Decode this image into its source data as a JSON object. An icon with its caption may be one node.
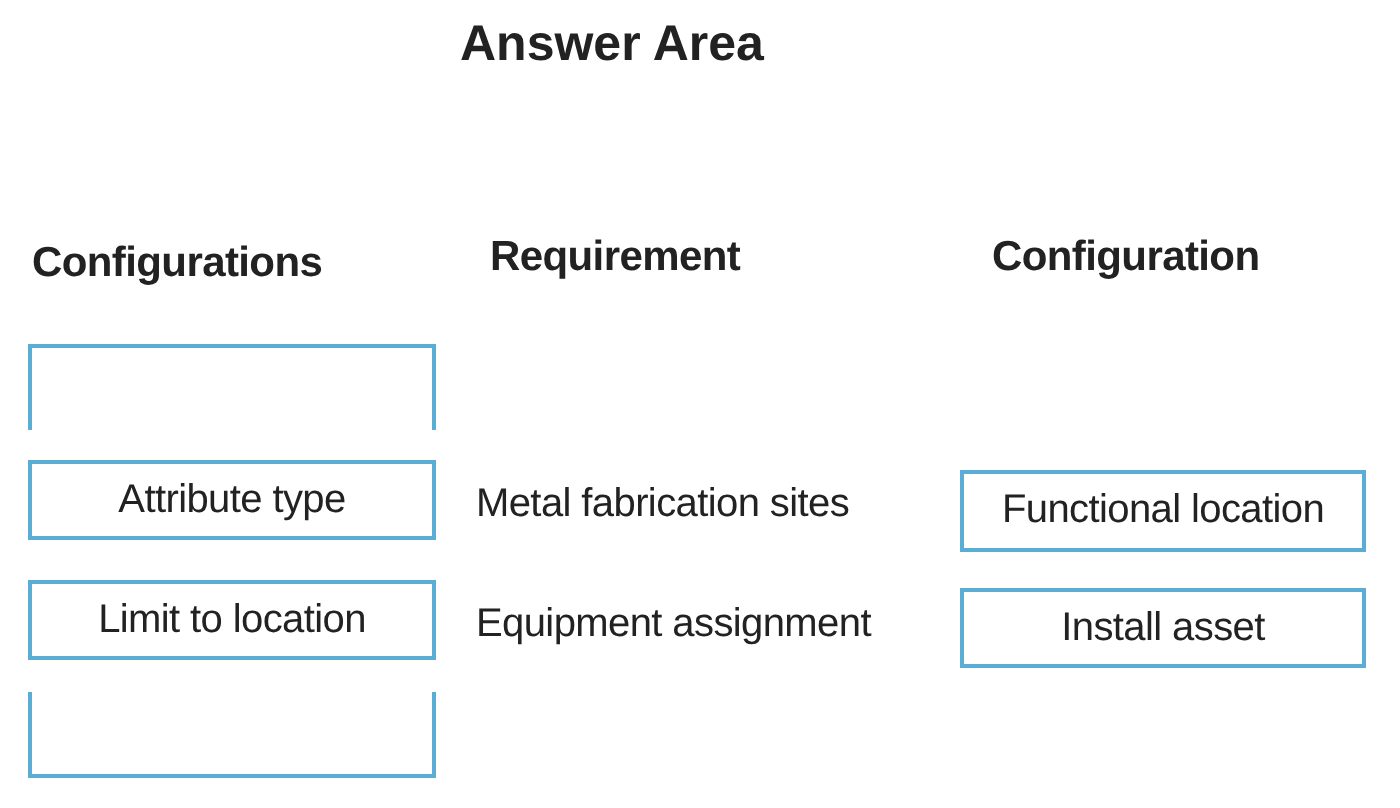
{
  "diagram": {
    "title": "Answer Area",
    "nodes": [
      {
        "text": [],
        "shape": "box"
      },
      {
        "text": [
          "Attribute type"
        ]
      },
      {
        "text": [
          "Functional location"
        ]
      },
      {
        "text": [
          "Limit to location"
        ]
      },
      {
        "text": [
          "Install asset"
        ]
      },
      {
        "text": [],
        "shape": "box"
      }
    ],
    "labels": [
      "Configurations",
      "Requirement",
      "Configuration",
      "Metal fabrication sites",
      "Equipment assignment"
    ]
  }
}
